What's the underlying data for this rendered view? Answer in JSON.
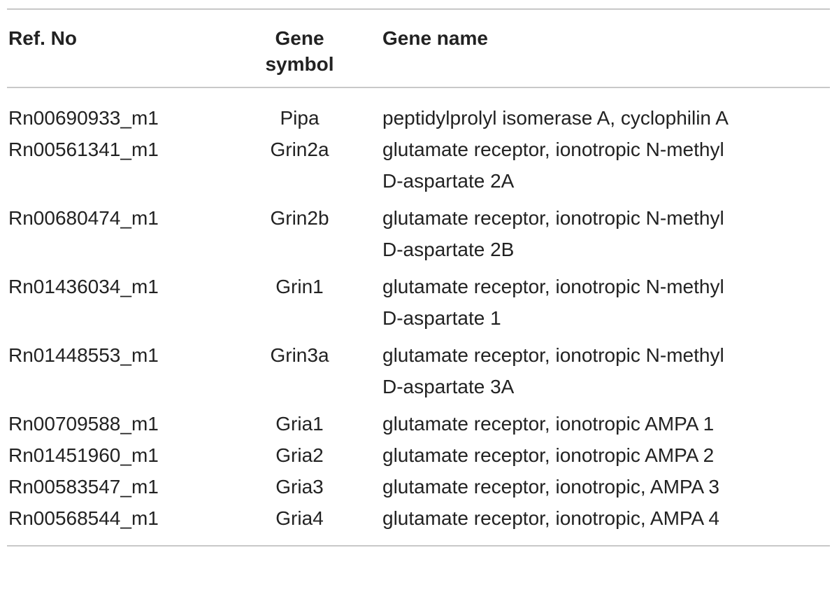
{
  "table": {
    "headers": {
      "ref": "Ref. No",
      "symbol_line1": "Gene",
      "symbol_line2": "symbol",
      "name": "Gene name"
    },
    "rows": [
      {
        "ref": "Rn00690933_m1",
        "symbol": "Pipa",
        "name_line1": "peptidylprolyl isomerase A, cyclophilin A",
        "name_line2": ""
      },
      {
        "ref": "Rn00561341_m1",
        "symbol": "Grin2a",
        "name_line1": "glutamate receptor, ionotropic N-methyl",
        "name_line2": "D-aspartate 2A"
      },
      {
        "ref": "Rn00680474_m1",
        "symbol": "Grin2b",
        "name_line1": "glutamate receptor, ionotropic N-methyl",
        "name_line2": "D-aspartate 2B"
      },
      {
        "ref": "Rn01436034_m1",
        "symbol": "Grin1",
        "name_line1": "glutamate receptor, ionotropic N-methyl",
        "name_line2": "D-aspartate 1"
      },
      {
        "ref": "Rn01448553_m1",
        "symbol": "Grin3a",
        "name_line1": "glutamate receptor, ionotropic N-methyl",
        "name_line2": "D-aspartate 3A"
      },
      {
        "ref": "Rn00709588_m1",
        "symbol": "Gria1",
        "name_line1": "glutamate receptor, ionotropic AMPA 1",
        "name_line2": ""
      },
      {
        "ref": "Rn01451960_m1",
        "symbol": "Gria2",
        "name_line1": "glutamate receptor, ionotropic AMPA 2",
        "name_line2": ""
      },
      {
        "ref": "Rn00583547_m1",
        "symbol": "Gria3",
        "name_line1": "glutamate receptor, ionotropic, AMPA 3",
        "name_line2": ""
      },
      {
        "ref": "Rn00568544_m1",
        "symbol": "Gria4",
        "name_line1": "glutamate receptor, ionotropic, AMPA 4",
        "name_line2": ""
      }
    ]
  },
  "colors": {
    "rule": "#c8c8c8",
    "text": "#222222",
    "background": "#ffffff"
  }
}
